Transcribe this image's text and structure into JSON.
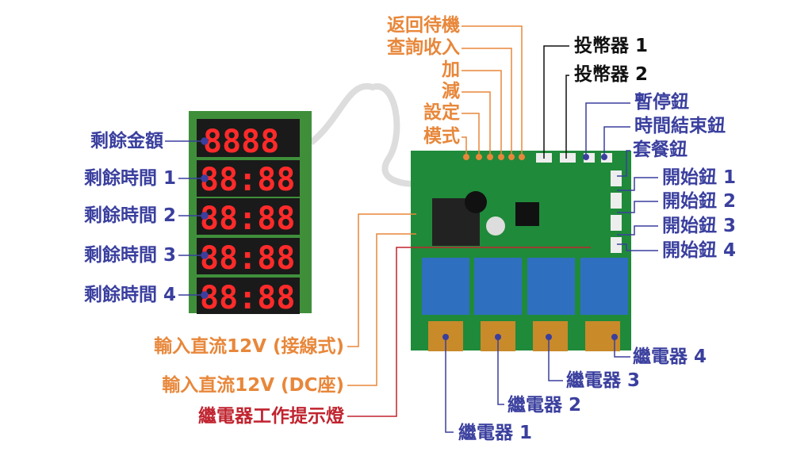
{
  "colors": {
    "orange": "#e8873a",
    "blue": "#3a3f9e",
    "red": "#c0242f",
    "pcb": "#1f8a3a",
    "relay": "#2f6fc0"
  },
  "display_labels": [
    "剩餘金額",
    "剩餘時間 1",
    "剩餘時間 2",
    "剩餘時間 3",
    "剩餘時間 4"
  ],
  "display_digits": [
    "8888",
    "88:88",
    "88:88",
    "88:88",
    "88:88"
  ],
  "top_buttons": [
    "返回待機",
    "查詢收入",
    "加",
    "減",
    "設定",
    "模式"
  ],
  "coin": [
    "投幣器 1",
    "投幣器 2"
  ],
  "right_buttons": [
    "暫停鈕",
    "時間結束鈕",
    "套餐鈕"
  ],
  "start_buttons": [
    "開始鈕 1",
    "開始鈕 2",
    "開始鈕 3",
    "開始鈕 4"
  ],
  "relays": [
    "繼電器 1",
    "繼電器 2",
    "繼電器 3",
    "繼電器 4"
  ],
  "power": [
    "輸入直流12V (接線式)",
    "輸入直流12V (DC座)"
  ],
  "relay_led": "繼電器工作提示燈"
}
